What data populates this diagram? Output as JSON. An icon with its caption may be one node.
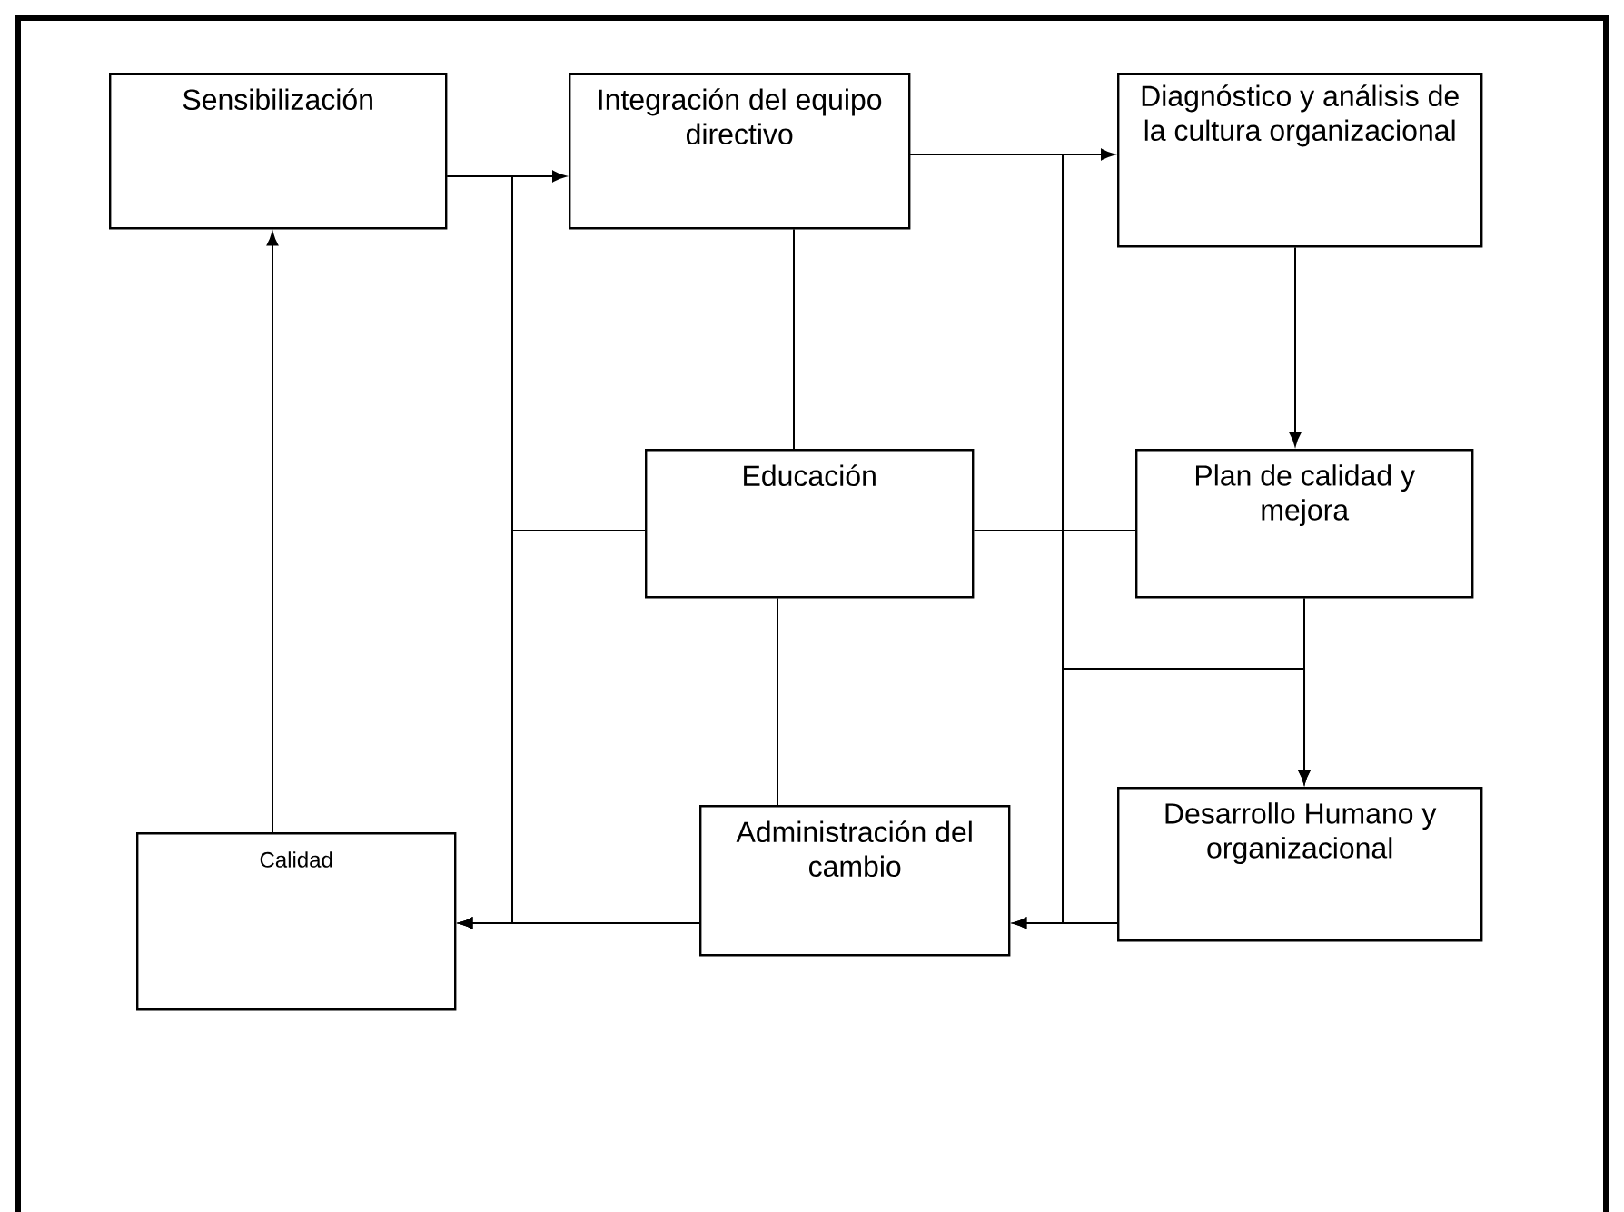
{
  "diagram": {
    "nodes": [
      {
        "text": [
          "Sensibilización"
        ]
      },
      {
        "text": [
          "Integración del equipo directivo"
        ]
      },
      {
        "text": [
          "Diagnóstico y análisis de la cultura organizacional"
        ]
      },
      {
        "text": [
          "Educación"
        ]
      },
      {
        "text": [
          "Plan de calidad y mejora"
        ]
      },
      {
        "text": [
          "Calidad"
        ]
      },
      {
        "text": [
          "Administración del cambio"
        ]
      },
      {
        "text": [
          "Desarrollo Humano y organizacional"
        ]
      }
    ],
    "edges": [
      {
        "from": 0,
        "to": 1,
        "arrow": "to"
      },
      {
        "from": 1,
        "to": 2,
        "arrow": "to"
      },
      {
        "from": 2,
        "to": 4,
        "arrow": "to"
      },
      {
        "from": 4,
        "to": 7,
        "arrow": "to"
      },
      {
        "from": 7,
        "to": 6,
        "arrow": "to"
      },
      {
        "from": 6,
        "to": 5,
        "arrow": "to"
      },
      {
        "from": 5,
        "to": 0,
        "arrow": "to"
      },
      {
        "from": 1,
        "to": 3,
        "arrow": "none"
      },
      {
        "from": 3,
        "to": 4,
        "arrow": "none"
      },
      {
        "from": 3,
        "to": 6,
        "arrow": "none"
      },
      {
        "from": 0,
        "to": 5,
        "arrow": "to"
      },
      {
        "from": 3,
        "to": 5,
        "arrow": "to"
      },
      {
        "from": 1,
        "to": 6,
        "arrow": "to"
      },
      {
        "from": 1,
        "to": 7,
        "arrow": "to"
      }
    ]
  }
}
